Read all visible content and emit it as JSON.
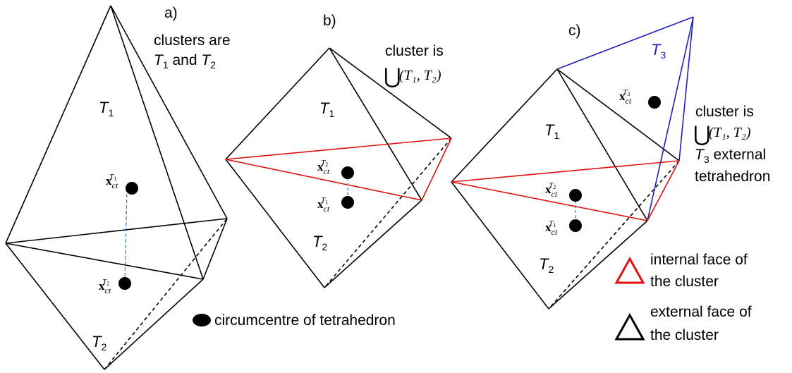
{
  "panels": {
    "a": {
      "letter": "a)",
      "caption_line1": "clusters are",
      "caption_line2_t1": "T",
      "caption_line2_t1_sub": "1",
      "caption_line2_mid": " and ",
      "caption_line2_t2": "T",
      "caption_line2_t2_sub": "2",
      "T1": {
        "base": "T",
        "sub": "1"
      },
      "T2": {
        "base": "T",
        "sub": "2"
      },
      "point_upper": {
        "base": "x",
        "sub": "ct",
        "sup_base": "T",
        "sup_sub": "1"
      },
      "point_lower": {
        "base": "x",
        "sub": "ct",
        "sup_base": "T",
        "sup_sub": "2"
      }
    },
    "b": {
      "letter": "b)",
      "caption_line1": "cluster is",
      "union_symbol": "⋃",
      "union_args": "(T₁, T₂)",
      "T1": {
        "base": "T",
        "sub": "1"
      },
      "T2": {
        "base": "T",
        "sub": "2"
      },
      "point_upper": {
        "base": "x",
        "sub": "ct",
        "sup_base": "T",
        "sup_sub": "2"
      },
      "point_lower": {
        "base": "x",
        "sub": "ct",
        "sup_base": "T",
        "sup_sub": "1"
      }
    },
    "c": {
      "letter": "c)",
      "caption_line1": "cluster is",
      "union_symbol": "⋃",
      "union_args": "(T₁, T₂)",
      "caption_line3_t": "T",
      "caption_line3_sub": "3",
      "caption_line3_rest": " external",
      "caption_line4": "tetrahedron",
      "T1": {
        "base": "T",
        "sub": "1"
      },
      "T2": {
        "base": "T",
        "sub": "2"
      },
      "T3": {
        "base": "T",
        "sub": "3"
      },
      "point_T3": {
        "base": "x",
        "sub": "ct",
        "sup_base": "T",
        "sup_sub": "3"
      },
      "point_upper": {
        "base": "x",
        "sub": "ct",
        "sup_base": "T",
        "sup_sub": "2"
      },
      "point_lower": {
        "base": "x",
        "sub": "ct",
        "sup_base": "T",
        "sup_sub": "1"
      }
    }
  },
  "legend": {
    "circumcentre": "circumcentre of tetrahedron",
    "internal_line1": "internal face of",
    "internal_line2": "the cluster",
    "external_line1": "external face of",
    "external_line2": "the cluster"
  },
  "colors": {
    "edge": "#000000",
    "internal_face": "#e01010",
    "external_tet": "#1f1fbf",
    "dashed_link": "#4a7fc0"
  }
}
